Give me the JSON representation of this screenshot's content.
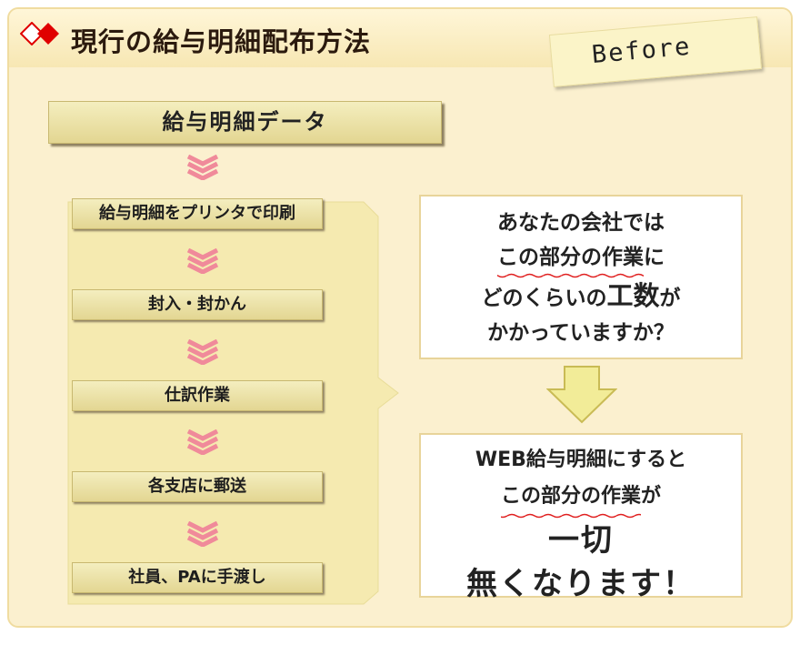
{
  "header": {
    "title": "現行の給与明細配布方法",
    "note": "Before"
  },
  "data_box": "給与明細データ",
  "steps": [
    "給与明細をプリンタで印刷",
    "封入・封かん",
    "仕訳作業",
    "各支店に郵送",
    "社員、PAに手渡し"
  ],
  "question": {
    "line1": "あなたの会社では",
    "line2_marked": "この部分の作業",
    "line2_end": "に",
    "line3_start": "どのくらいの",
    "line3_emph": "工数",
    "line3_end": "が",
    "line4": "かかっていますか？"
  },
  "answer": {
    "line1": "WEB給与明細にすると",
    "line2_marked": "この部分の作業",
    "line2_end": "が",
    "line3": "一切",
    "line4": "無くなります！"
  },
  "colors": {
    "accent": "#e00000",
    "panel": "#fbf0cf",
    "chevron": "#f08a9a",
    "arrow": "#f2ec98"
  }
}
